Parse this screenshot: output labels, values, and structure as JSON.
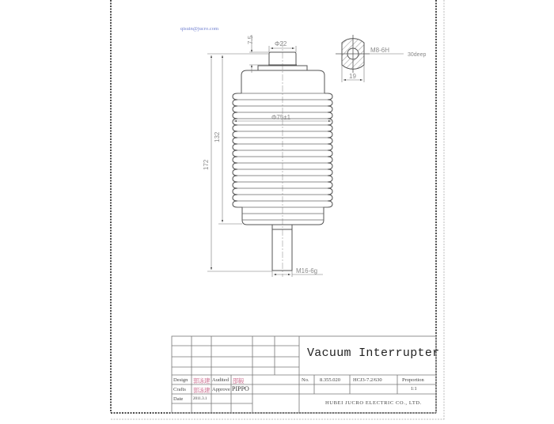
{
  "drawing": {
    "email": "qisuin@jucro.com",
    "part_name": "Vacuum Interrupter",
    "dimensions": {
      "top_height": "7.5",
      "terminal_diameter": "Φ22",
      "body_diameter": "Φ75±1",
      "overall_length": "172",
      "body_length": "132",
      "bottom_thread": "M16-6g",
      "side_thread": "M8-6H",
      "thread_depth": "30deep",
      "flat_width": "19"
    },
    "colors": {
      "line": "#555555",
      "dim": "#8a8a8a",
      "hatch": "#777777",
      "email": "#6f7fd0",
      "signature": "#d07a98"
    }
  },
  "title_block": {
    "labels": {
      "design": "Design",
      "audited": "Audited",
      "crafts": "Crafts",
      "approve": "Approve",
      "date": "Date",
      "no": "No.",
      "proportion": "Proportion"
    },
    "values": {
      "designer": "郭泳建",
      "auditor": "邵毅",
      "crafts": "郭泳建",
      "approver": "PIPPO",
      "date": "2011.3.1",
      "drawing_no": "8.355.020",
      "model": "HCJ3-7.2/630",
      "scale": "1:1"
    },
    "title": "Vacuum Interrupter",
    "company": "HUBEI JUCRO ELECTRIC CO., LTD."
  }
}
